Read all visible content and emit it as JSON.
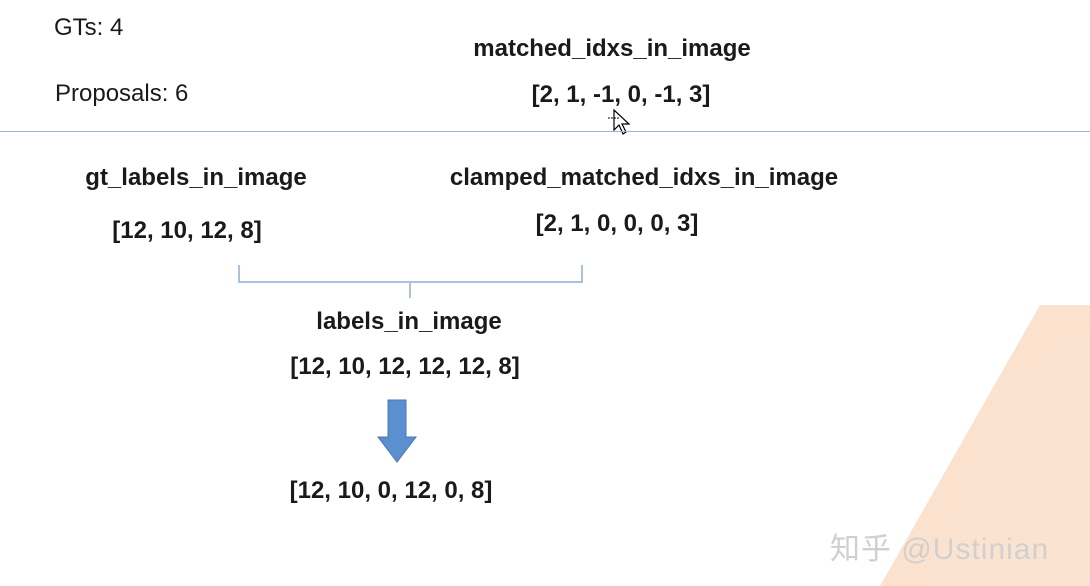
{
  "summary": {
    "gts": "GTs: 4",
    "proposals": "Proposals: 6"
  },
  "matched": {
    "title": "matched_idxs_in_image",
    "values": "[2, 1, -1, 0, -1, 3]"
  },
  "gt_labels": {
    "title": "gt_labels_in_image",
    "values": "[12, 10, 12, 8]"
  },
  "clamped": {
    "title": "clamped_matched_idxs_in_image",
    "values": "[2, 1, 0, 0, 0, 3]"
  },
  "labels": {
    "title": "labels_in_image",
    "values": "[12, 10, 12, 12, 12, 8]"
  },
  "result": {
    "values": "[12, 10, 0, 12, 0, 8]"
  },
  "watermark": {
    "text": "知乎 @Ustinian"
  },
  "colors": {
    "arrow": "#5b8fd0",
    "divider": "#9fb4cc",
    "bracket": "#a9c3de",
    "decoration": "#f9d8bf"
  },
  "icons": {
    "pointer": "mouse-cursor-icon",
    "down_arrow": "down-arrow-icon"
  }
}
